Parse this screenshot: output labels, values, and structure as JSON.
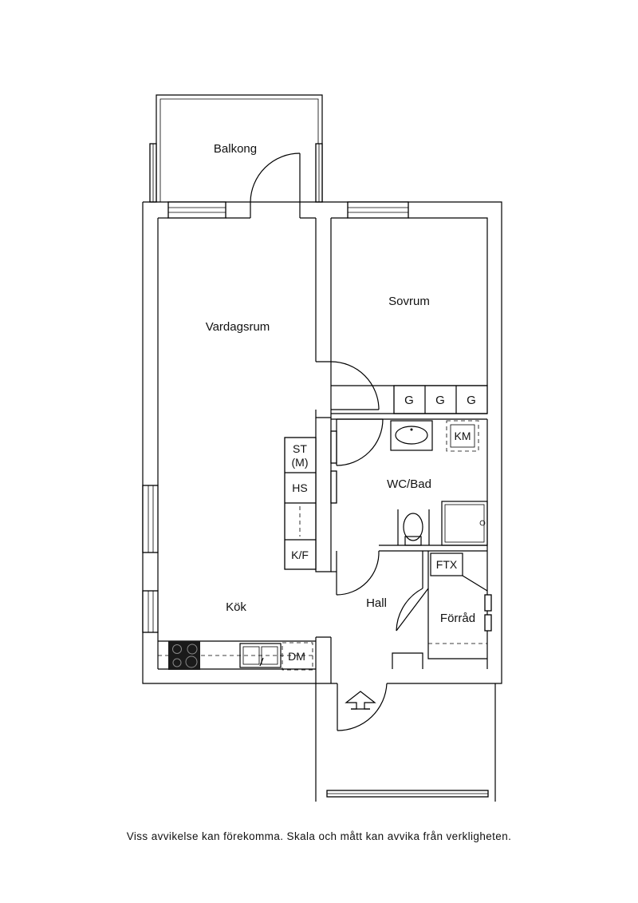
{
  "rooms": {
    "balcony": "Balkong",
    "living_room": "Vardagsrum",
    "bedroom": "Sovrum",
    "bathroom": "WC/Bad",
    "kitchen": "Kök",
    "hall": "Hall",
    "storage": "Förråd"
  },
  "fixtures": {
    "wardrobe_g1": "G",
    "wardrobe_g2": "G",
    "wardrobe_g3": "G",
    "washing_machine": "KM",
    "drying_cabinet_line1": "ST",
    "drying_cabinet_line2": "(M)",
    "cabinet_hs": "HS",
    "fridge_freezer": "K/F",
    "dishwasher": "DM",
    "ventilation": "FTX"
  },
  "disclaimer": "Viss avvikelse kan förekomma. Skala och mått kan avvika från verkligheten."
}
